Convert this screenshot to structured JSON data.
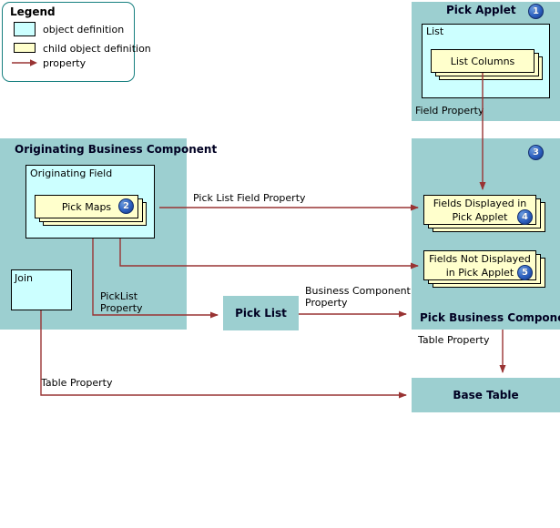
{
  "legend": {
    "title": "Legend",
    "items": [
      {
        "swatch": "object-definition-swatch",
        "label": "object definition"
      },
      {
        "swatch": "child-object-definition-swatch",
        "label": "child object definition"
      },
      {
        "swatch": "property-arrow-swatch",
        "label": "property"
      }
    ]
  },
  "colors": {
    "container_teal": "#9ccfd0",
    "object_cyan": "#ccffff",
    "child_yellow": "#ffffcc",
    "arrow_red": "#993333",
    "legend_border_teal": "#167f7f",
    "badge_blue": "#2b5fc0"
  },
  "pick_applet": {
    "title": "Pick Applet",
    "badge": "1",
    "list_label": "List",
    "list_columns_label": "List Columns",
    "field_property_label": "Field Property"
  },
  "originating_bc": {
    "title": "Originating Business Component",
    "originating_field_label": "Originating Field",
    "pick_maps_label": "Pick Maps",
    "pick_maps_badge": "2",
    "join_label": "Join",
    "picklist_property_label_line1": "PickList",
    "picklist_property_label_line2": "Property"
  },
  "pick_business_component": {
    "title": "Pick Business Component",
    "badge": "3",
    "fields_displayed": {
      "line1": "Fields Displayed in",
      "line2": "Pick Applet",
      "badge": "4"
    },
    "fields_not_displayed": {
      "line1": "Fields Not Displayed",
      "line2": "in Pick Applet",
      "badge": "5"
    }
  },
  "pick_list": {
    "title": "Pick List"
  },
  "base_table": {
    "title": "Base Table"
  },
  "edge_labels": {
    "pick_list_field_property": "Pick List Field Property",
    "business_component_property_line1": "Business Component",
    "business_component_property_line2": "Property",
    "table_property_right": "Table Property",
    "table_property_bottom": "Table Property"
  }
}
